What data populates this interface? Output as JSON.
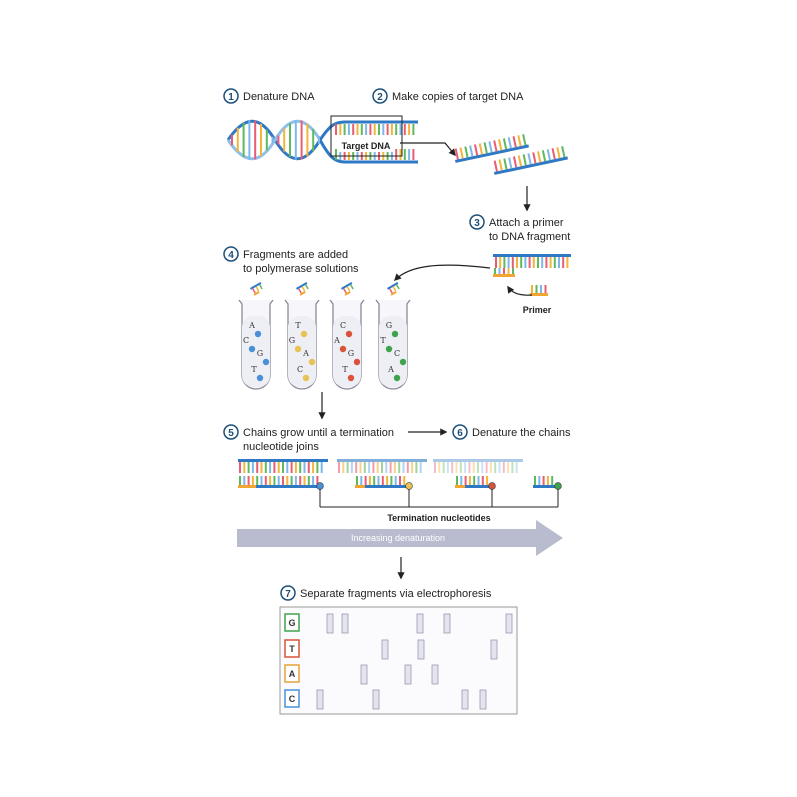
{
  "steps": [
    {
      "number": "1",
      "label": "Denature DNA"
    },
    {
      "number": "2",
      "label": "Make copies of target DNA"
    },
    {
      "number": "3",
      "label_lines": [
        "Attach a primer",
        "to DNA fragment"
      ]
    },
    {
      "number": "4",
      "label_lines": [
        "Fragments are added",
        "to polymerase solutions"
      ]
    },
    {
      "number": "5",
      "label_lines": [
        "Chains grow until a termination",
        "nucleotide joins"
      ]
    },
    {
      "number": "6",
      "label": "Denature the chains"
    },
    {
      "number": "7",
      "label": "Separate fragments via electrophoresis"
    }
  ],
  "labels": {
    "target_dna": "Target DNA",
    "primer": "Primer",
    "termination_nucleotides": "Termination nucleotides",
    "increasing_denaturation": "Increasing denaturation"
  },
  "tubes": [
    {
      "letters": [
        "A",
        "C",
        "G",
        "T"
      ],
      "color": "#4a90d9"
    },
    {
      "letters": [
        "T",
        "G",
        "A",
        "C"
      ],
      "color": "#e8c252"
    },
    {
      "letters": [
        "C",
        "A",
        "G",
        "T"
      ],
      "color": "#d9533a"
    },
    {
      "letters": [
        "G",
        "T",
        "C",
        "A"
      ],
      "color": "#3fa34d"
    }
  ],
  "gel": {
    "lanes": [
      {
        "letter": "G",
        "color": "#3fa34d"
      },
      {
        "letter": "T",
        "color": "#d9533a"
      },
      {
        "letter": "A",
        "color": "#e8a13a"
      },
      {
        "letter": "C",
        "color": "#4a90d9"
      }
    ]
  },
  "colors": {
    "strand_blue": "#2f78c4",
    "base_palette": [
      "#e85d75",
      "#f2b53a",
      "#5fb85f",
      "#7fb8e8"
    ],
    "primer_orange": "#f2a530",
    "arrow_gray": "#b9bccf"
  }
}
